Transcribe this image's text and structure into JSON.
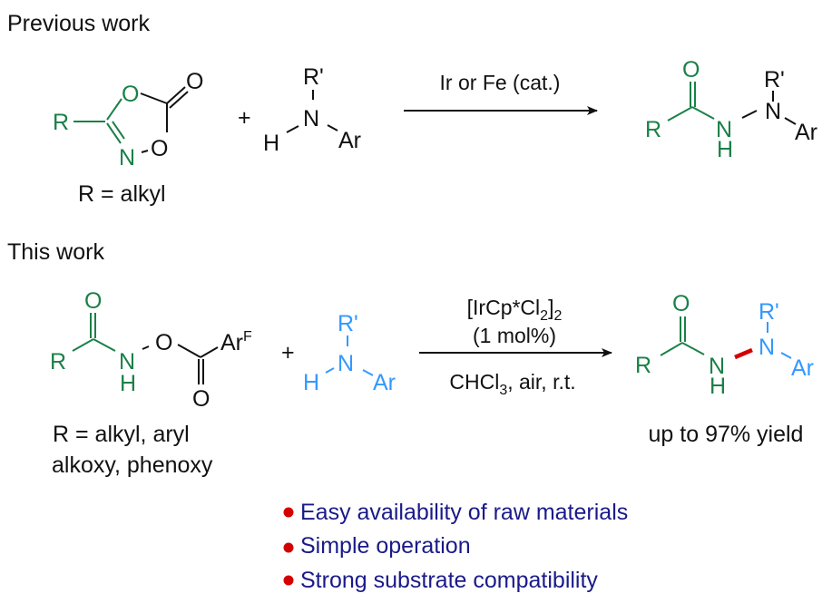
{
  "colors": {
    "black": "#111111",
    "green": "#1b8048",
    "blue": "#3399ff",
    "red": "#d40000",
    "navy": "#1a1a8a"
  },
  "previous": {
    "heading": "Previous work",
    "reactant1": {
      "atoms": {
        "R": "R",
        "O_ring": "O",
        "O_exo": "O",
        "O_ring2": "O",
        "N": "N"
      },
      "caption": "R = alkyl"
    },
    "plus": "+",
    "amine": {
      "R1": "R'",
      "N": "N",
      "H": "H",
      "Ar": "Ar"
    },
    "arrow_label": "Ir or Fe (cat.)",
    "product": {
      "O": "O",
      "R": "R",
      "N": "N",
      "H": "H",
      "N2": "N",
      "R1": "R'",
      "Ar": "Ar"
    }
  },
  "current": {
    "heading": "This work",
    "reactant1": {
      "atoms": {
        "O_top": "O",
        "R": "R",
        "N": "N",
        "H": "H",
        "O_mid": "O",
        "O_bottom": "O",
        "ArF_base": "Ar",
        "ArF_sup": "F"
      },
      "caption_line1": "R = alkyl, aryl",
      "caption_line2": "alkoxy, phenoxy"
    },
    "plus": "+",
    "amine": {
      "R1": "R'",
      "N": "N",
      "H": "H",
      "Ar": "Ar"
    },
    "conditions": {
      "catalyst_main": "[IrCp*Cl",
      "catalyst_sub1": "2",
      "catalyst_close": "]",
      "catalyst_sub2": "2",
      "loading": "(1 mol%)",
      "solvent_main": "CHCl",
      "solvent_sub": "3",
      "solvent_rest": ", air, r.t."
    },
    "product": {
      "O": "O",
      "R": "R",
      "N": "N",
      "H": "H",
      "N2": "N",
      "R1": "R'",
      "Ar": "Ar"
    },
    "yield": "up to 97% yield"
  },
  "advantages": [
    "Easy availability of raw materials",
    "Simple operation",
    "Strong substrate compatibility"
  ]
}
